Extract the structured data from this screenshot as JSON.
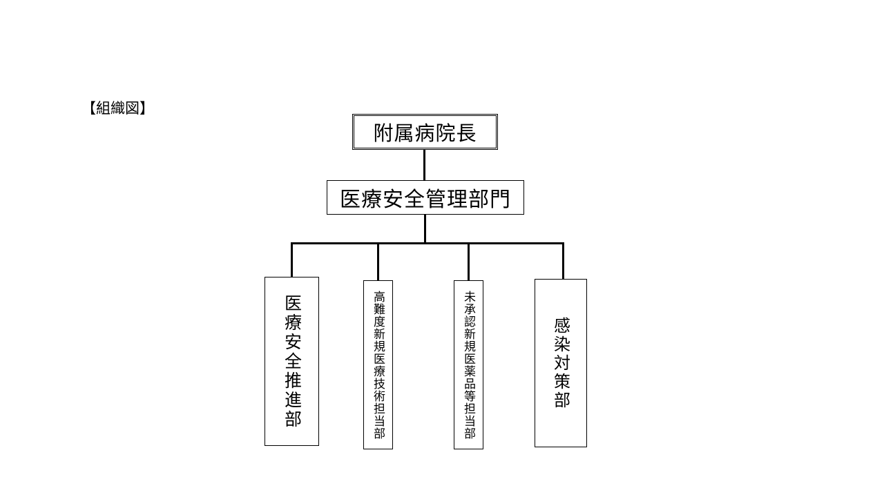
{
  "caption": "【組織図】",
  "director": {
    "label": "附属病院長"
  },
  "department": {
    "label": "医療安全管理部門"
  },
  "units": [
    {
      "label": "医療安全推進部"
    },
    {
      "label": "高難度新規医療技術担当部"
    },
    {
      "label": "未承認新規医薬品等担当部"
    },
    {
      "label": "感染対策部"
    }
  ]
}
